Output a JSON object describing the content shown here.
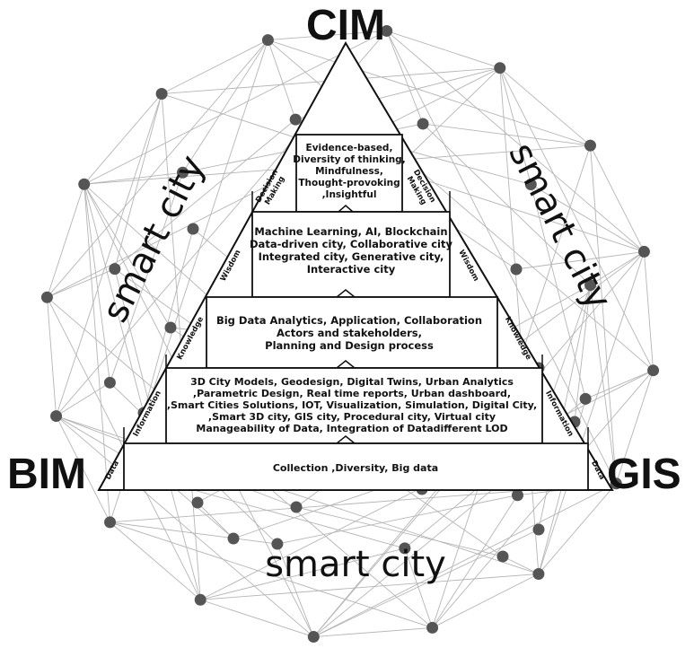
{
  "corners": {
    "top": "CIM",
    "left": "BIM",
    "right": "GIS"
  },
  "smart_city_labels": [
    "smart city",
    "smart city",
    "smart city"
  ],
  "tiers": [
    {
      "lines": [
        "Evidence-based,",
        "Diversity of thinking,",
        "Mindfulness,",
        "Thought-provoking",
        ",Insightful"
      ],
      "side": [
        "Decision",
        "Making"
      ]
    },
    {
      "lines": [
        "Machine Learning, AI, Blockchain",
        "Data-driven city, Collaborative city",
        "Integrated city, Generative city,",
        "Interactive city"
      ],
      "side": [
        "Wisdom"
      ]
    },
    {
      "lines": [
        "Big Data Analytics, Application, Collaboration",
        "Actors and stakeholders,",
        "Planning and Design process"
      ],
      "side": [
        "Knowledge"
      ]
    },
    {
      "lines": [
        "3D City Models, Geodesign, Digital Twins, Urban Analytics",
        ",Parametric Design, Real time reports, Urban dashboard,",
        ",Smart Cities Solutions, IOT, Visualization, Simulation, Digital City,",
        ",Smart 3D city, GIS city, Procedural city, Virtual city",
        "Manageability of Data, Integration of Datadifferent LOD"
      ],
      "side": [
        "Information"
      ]
    },
    {
      "lines": [
        "Collection ,Diversity, Big data"
      ],
      "side": [
        "Data"
      ]
    }
  ],
  "colors": {
    "ink": "#111111",
    "network": "#b5b5b5",
    "node": "#555555"
  }
}
